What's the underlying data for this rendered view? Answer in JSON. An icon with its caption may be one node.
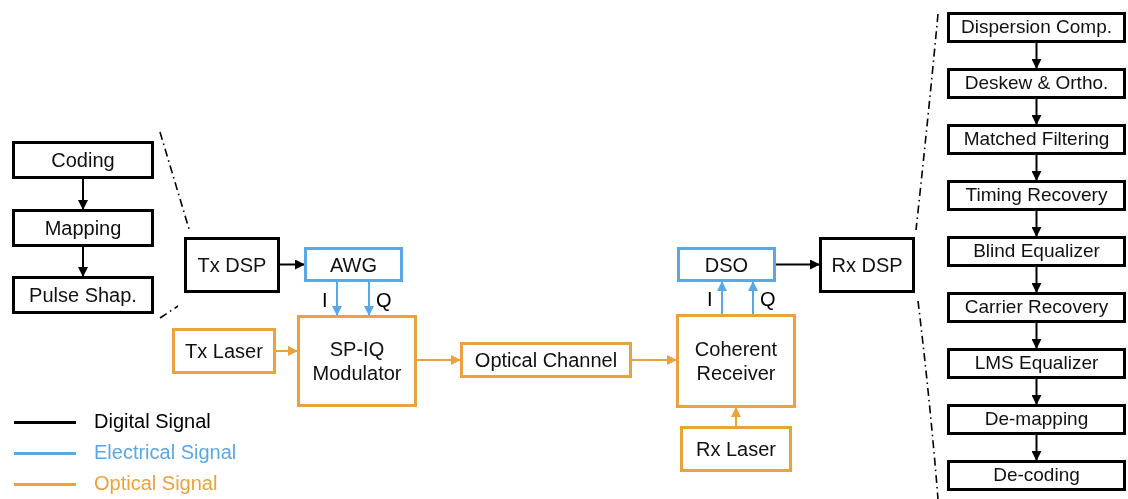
{
  "diagram": {
    "nodes": [
      {
        "text": [
          "Coding"
        ]
      },
      {
        "text": [
          "Mapping"
        ]
      },
      {
        "text": [
          "Pulse Shap."
        ]
      },
      {
        "text": [
          "Tx DSP"
        ]
      },
      {
        "text": [
          "AWG"
        ]
      },
      {
        "text": [
          "Tx Laser"
        ]
      },
      {
        "text": [
          "SP-IQ Modulator"
        ]
      },
      {
        "text": [
          "Optical Channel"
        ]
      },
      {
        "text": [
          "DSO"
        ]
      },
      {
        "text": [
          "Rx DSP"
        ]
      },
      {
        "text": [
          "Coherent Receiver"
        ]
      },
      {
        "text": [
          "Rx Laser"
        ]
      },
      {
        "text": [
          "Dispersion Comp."
        ]
      },
      {
        "text": [
          "Deskew & Ortho."
        ]
      },
      {
        "text": [
          "Matched Filtering"
        ]
      },
      {
        "text": [
          "Timing Recovery"
        ]
      },
      {
        "text": [
          "Blind Equalizer"
        ]
      },
      {
        "text": [
          "Carrier Recovery"
        ]
      },
      {
        "text": [
          "LMS Equalizer"
        ]
      },
      {
        "text": [
          "De-mapping"
        ]
      },
      {
        "text": [
          "De-coding"
        ]
      }
    ],
    "edges": [
      {
        "from": 0,
        "to": 1,
        "arrow": "to"
      },
      {
        "from": 1,
        "to": 2,
        "arrow": "to"
      },
      {
        "from": 3,
        "to": 4,
        "arrow": "to"
      },
      {
        "from": 4,
        "to": 6,
        "arrow": "to",
        "label": "I",
        "color": "#5aa7e6"
      },
      {
        "from": 4,
        "to": 6,
        "arrow": "to",
        "label": "Q",
        "color": "#5aa7e6"
      },
      {
        "from": 5,
        "to": 6,
        "arrow": "to",
        "color": "#eaa33c"
      },
      {
        "from": 6,
        "to": 7,
        "arrow": "to",
        "color": "#eaa33c"
      },
      {
        "from": 7,
        "to": 10,
        "arrow": "to",
        "color": "#eaa33c"
      },
      {
        "from": 11,
        "to": 10,
        "arrow": "to",
        "color": "#eaa33c"
      },
      {
        "from": 10,
        "to": 8,
        "arrow": "to",
        "label": "I",
        "color": "#5aa7e6"
      },
      {
        "from": 10,
        "to": 8,
        "arrow": "to",
        "label": "Q",
        "color": "#5aa7e6"
      },
      {
        "from": 8,
        "to": 9,
        "arrow": "to"
      },
      {
        "from": 12,
        "to": 13,
        "arrow": "to"
      },
      {
        "from": 13,
        "to": 14,
        "arrow": "to"
      },
      {
        "from": 14,
        "to": 15,
        "arrow": "to"
      },
      {
        "from": 15,
        "to": 16,
        "arrow": "to"
      },
      {
        "from": 16,
        "to": 17,
        "arrow": "to"
      },
      {
        "from": 17,
        "to": 18,
        "arrow": "to"
      },
      {
        "from": 18,
        "to": 19,
        "arrow": "to"
      },
      {
        "from": 19,
        "to": 20,
        "arrow": "to"
      }
    ],
    "legend": [
      {
        "text": "Digital Signal",
        "color": "#000000"
      },
      {
        "text": "Electrical Signal",
        "color": "#5aa7e6"
      },
      {
        "text": "Optical Signal",
        "color": "#eaa33c"
      }
    ]
  }
}
